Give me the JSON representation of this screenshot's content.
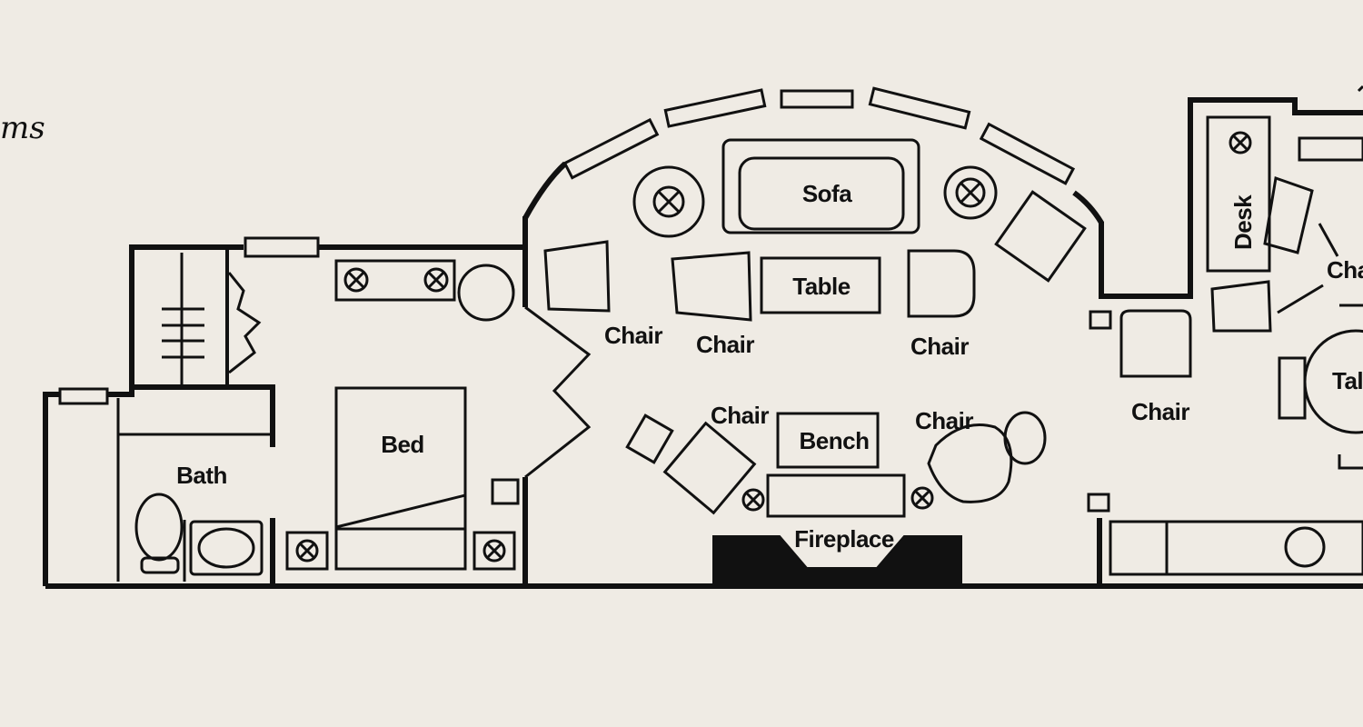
{
  "heading": "ms",
  "labels": {
    "sofa": "Sofa",
    "table": "Table",
    "chair": "Chair",
    "desk": "Desk",
    "bed": "Bed",
    "bath": "Bath",
    "bench": "Bench",
    "fireplace": "Fireplace",
    "chair_cut": "Cha",
    "table_cut": "Tal"
  },
  "colors": {
    "paper": "#efebe4",
    "ink": "#111111"
  },
  "icons": [
    "lamp-icon",
    "door-swing-icon",
    "toilet-icon",
    "tub-icon",
    "closet-shelves-icon"
  ]
}
